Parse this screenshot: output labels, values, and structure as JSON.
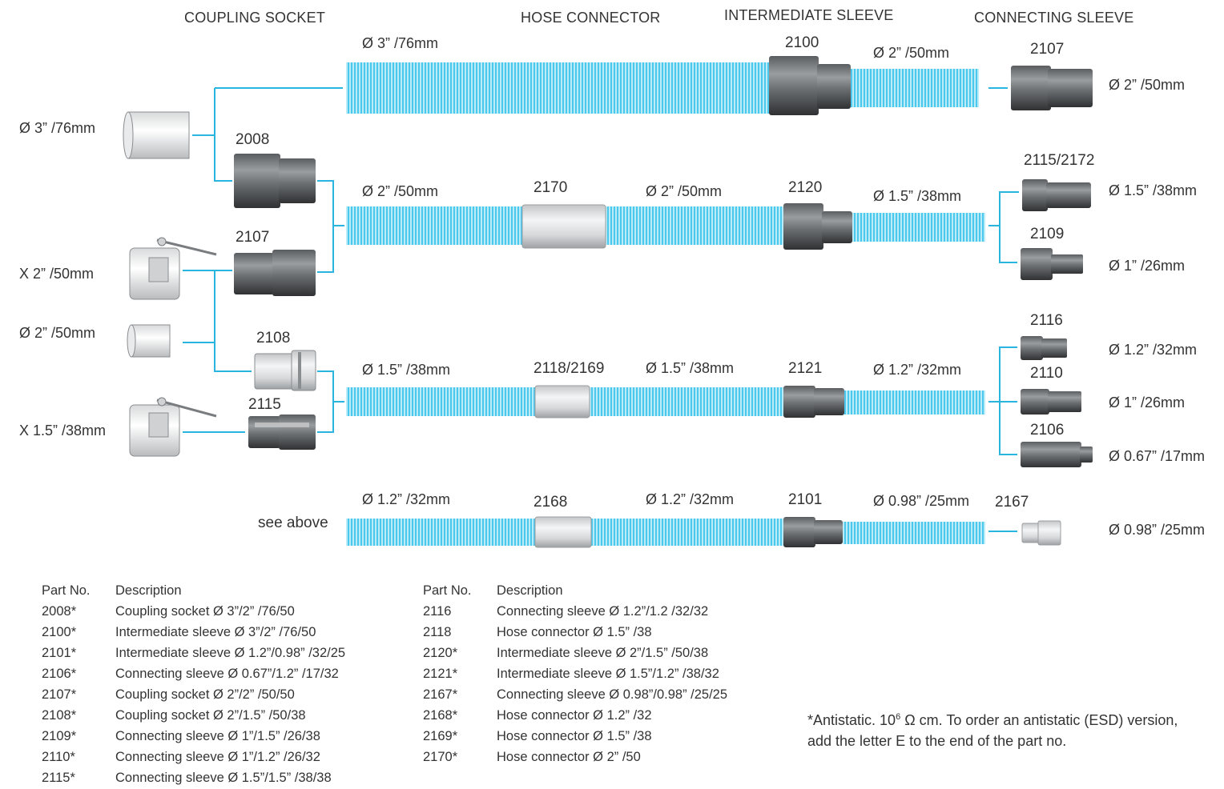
{
  "headers": {
    "coupling_socket": "COUPLING SOCKET",
    "hose_connector": "HOSE CONNECTOR",
    "intermediate_sleeve": "INTERMEDIATE SLEEVE",
    "connecting_sleeve": "CONNECTING SLEEVE"
  },
  "left_labels": {
    "d76": "Ø 3” /76mm",
    "x50": "X 2” /50mm",
    "d50": "Ø 2” /50mm",
    "x38": "X 1.5” /38mm",
    "see_above": "see above"
  },
  "hose_labels": {
    "r1_hose1": "Ø 3” /76mm",
    "r1_hose2": "Ø 2” /50mm",
    "r2_hose1": "Ø 2” /50mm",
    "r2_hose2": "Ø 2” /50mm",
    "r2_hose3": "Ø 1.5” /38mm",
    "r3_hose1": "Ø 1.5” /38mm",
    "r3_hose2": "Ø 1.5” /38mm",
    "r3_hose3": "Ø 1.2” /32mm",
    "r4_hose1": "Ø 1.2” /32mm",
    "r4_hose2": "Ø 1.2” /32mm",
    "r4_hose3": "Ø 0.98” /25mm"
  },
  "right_labels": {
    "r1": "Ø 2” /50mm",
    "r2a": "Ø 1.5” /38mm",
    "r2b": "Ø 1” /26mm",
    "r3a": "Ø 1.2” /32mm",
    "r3b": "Ø 1” /26mm",
    "r3c": "Ø 0.67” /17mm",
    "r4": "Ø 0.98” /25mm"
  },
  "part_labels": {
    "p2100": "2100",
    "p2107_right": "2107",
    "p2008": "2008",
    "p2170": "2170",
    "p2120": "2120",
    "p2115_2172": "2115/2172",
    "p2109": "2109",
    "p2107_left": "2107",
    "p2108": "2108",
    "p2118_2169": "2118/2169",
    "p2121": "2121",
    "p2116": "2116",
    "p2110": "2110",
    "p2115": "2115",
    "p2106": "2106",
    "p2168": "2168",
    "p2101": "2101",
    "p2167": "2167"
  },
  "table_left": {
    "header": [
      "Part No.",
      "Description"
    ],
    "rows": [
      [
        "2008*",
        "Coupling socket Ø 3”/2” /76/50"
      ],
      [
        "2100*",
        "Intermediate sleeve Ø 3”/2” /76/50"
      ],
      [
        "2101*",
        "Intermediate sleeve Ø 1.2”/0.98” /32/25"
      ],
      [
        "2106*",
        "Connecting sleeve Ø 0.67”/1.2” /17/32"
      ],
      [
        "2107*",
        "Coupling socket Ø 2”/2” /50/50"
      ],
      [
        "2108*",
        "Coupling socket Ø 2”/1.5” /50/38"
      ],
      [
        "2109*",
        "Connecting sleeve Ø 1”/1.5” /26/38"
      ],
      [
        "2110*",
        "Connecting sleeve Ø 1”/1.2” /26/32"
      ],
      [
        "2115*",
        "Connecting sleeve Ø 1.5”/1.5” /38/38"
      ]
    ]
  },
  "table_right": {
    "header": [
      "Part No.",
      "Description"
    ],
    "rows": [
      [
        "2116",
        "Connecting sleeve Ø 1.2”/1.2 /32/32"
      ],
      [
        "2118",
        "Hose connector Ø 1.5” /38"
      ],
      [
        "2120*",
        "Intermediate sleeve Ø 2”/1.5” /50/38"
      ],
      [
        "2121*",
        "Intermediate sleeve Ø 1.5”/1.2” /38/32"
      ],
      [
        "2167*",
        "Connecting sleeve Ø 0.98”/0.98” /25/25"
      ],
      [
        "2168*",
        "Hose connector Ø 1.2” /32"
      ],
      [
        "2169*",
        "Hose connector Ø 1.5” /38"
      ],
      [
        "2170*",
        "Hose connector Ø 2” /50"
      ]
    ]
  },
  "footnote": {
    "pre": "*Antistatic. 10",
    "sup": "6",
    "post": " Ω cm. To order an antistatic (ESD) version, add the letter E to the end of the part no."
  },
  "colors": {
    "hose": "#5fd0ee",
    "hose_stripe": "#b9ecf8",
    "line": "#29b5e0",
    "text": "#333333"
  }
}
